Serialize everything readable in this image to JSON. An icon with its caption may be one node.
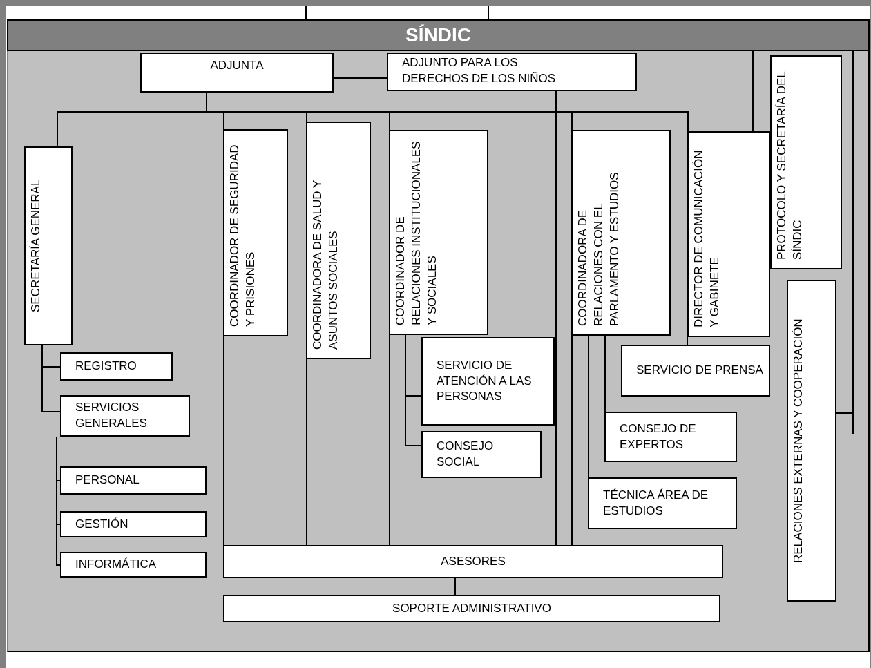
{
  "diagram": {
    "nodes": [
      {
        "text": [
          "SÍNDIC"
        ]
      },
      {
        "text": [
          "ADJUNTA"
        ]
      },
      {
        "text": [
          "ADJUNTO PARA LOS DERECHOS DE LOS NIÑOS"
        ]
      },
      {
        "text": [
          "SECRETARÍA GENERAL"
        ]
      },
      {
        "text": [
          "COORDINADOR DE SEGURIDAD Y PRISIONES"
        ]
      },
      {
        "text": [
          "COORDINADORA DE SALUD Y ASUNTOS SOCIALES"
        ]
      },
      {
        "text": [
          "COORDINADOR DE RELACIONES INSTITUCIONALES Y SOCIALES"
        ]
      },
      {
        "text": [
          "COORDINADORA DE RELACIONES CON EL PARLAMENTO Y ESTUDIOS"
        ]
      },
      {
        "text": [
          "DIRECTOR DE COMUNICACIÓN Y GABINETE"
        ]
      },
      {
        "text": [
          "PROTOCOLO Y SECRETARÍA DEL SÍNDIC"
        ]
      },
      {
        "text": [
          "REGISTRO"
        ]
      },
      {
        "text": [
          "SERVICIOS GENERALES"
        ]
      },
      {
        "text": [
          "SERVICIO DE ATENCIÓN A LAS PERSONAS"
        ]
      },
      {
        "text": [
          "SERVICIO DE PRENSA"
        ]
      },
      {
        "text": [
          "RELACIONES EXTERNAS Y COOPERACIÓN"
        ]
      },
      {
        "text": [
          "CONSEJO DE EXPERTOS"
        ]
      },
      {
        "text": [
          "CONSEJO SOCIAL"
        ]
      },
      {
        "text": [
          "PERSONAL"
        ]
      },
      {
        "text": [
          "TÉCNICA ÁREA DE ESTUDIOS"
        ]
      },
      {
        "text": [
          "GESTIÓN"
        ]
      },
      {
        "text": [
          "INFORMÁTICA"
        ]
      },
      {
        "text": [
          "ASESORES"
        ]
      },
      {
        "text": [
          "SOPORTE ADMINISTRATIVO"
        ]
      }
    ],
    "edges": [
      {
        "from": null,
        "to": 0,
        "arrow": "none"
      },
      {
        "from": null,
        "to": 0,
        "arrow": "none"
      },
      {
        "from": 1,
        "to": 2,
        "arrow": "none"
      },
      {
        "from": 1,
        "to": 3,
        "arrow": "none"
      },
      {
        "from": 1,
        "to": 4,
        "arrow": "none"
      },
      {
        "from": 1,
        "to": 5,
        "arrow": "none"
      },
      {
        "from": 1,
        "to": 6,
        "arrow": "none"
      },
      {
        "from": 1,
        "to": 7,
        "arrow": "none"
      },
      {
        "from": 1,
        "to": 8,
        "arrow": "none"
      },
      {
        "from": 2,
        "to": 21,
        "arrow": "none"
      },
      {
        "from": 4,
        "to": 21,
        "arrow": "none"
      },
      {
        "from": 5,
        "to": 21,
        "arrow": "none"
      },
      {
        "from": 6,
        "to": 21,
        "arrow": "none"
      },
      {
        "from": 7,
        "to": 21,
        "arrow": "none"
      },
      {
        "from": 0,
        "to": 8,
        "arrow": "none"
      },
      {
        "from": 0,
        "to": 14,
        "arrow": "none"
      },
      {
        "from": 3,
        "to": 10,
        "arrow": "none"
      },
      {
        "from": 3,
        "to": 11,
        "arrow": "none"
      },
      {
        "from": 11,
        "to": 17,
        "arrow": "none"
      },
      {
        "from": 11,
        "to": 19,
        "arrow": "none"
      },
      {
        "from": 11,
        "to": 20,
        "arrow": "none"
      },
      {
        "from": 6,
        "to": 12,
        "arrow": "none"
      },
      {
        "from": 6,
        "to": 16,
        "arrow": "none"
      },
      {
        "from": 7,
        "to": 15,
        "arrow": "none"
      },
      {
        "from": 7,
        "to": 18,
        "arrow": "none"
      },
      {
        "from": 8,
        "to": 13,
        "arrow": "none"
      },
      {
        "from": 21,
        "to": 22,
        "arrow": "none"
      }
    ]
  }
}
